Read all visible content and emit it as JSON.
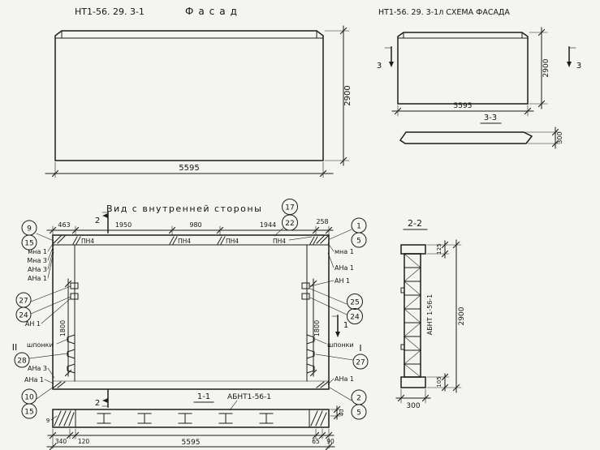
{
  "colors": {
    "ink": "#1c1c1c",
    "paper": "#f4f4f1"
  },
  "facade": {
    "code": "НТ1-56. 29. 3-1",
    "title": "Фасад",
    "dim_width": "5595",
    "dim_height": "2900"
  },
  "schema": {
    "title": "НТ1-56. 29. 3-1л СХЕМА ФАСАДА",
    "dim_width": "5595",
    "dim_height": "2900",
    "cut_mark": "3",
    "section_title": "3-3",
    "dim_thickness": "300"
  },
  "inner": {
    "title": "Вид с внутренней стороны",
    "dims_top": [
      "463",
      "1950",
      "980",
      "1944",
      "258"
    ],
    "dim_vertical": "1800",
    "plate_label": "ПН4",
    "cut_mark_2": "2",
    "cut_mark_1": "1",
    "keys_label": "шпонки",
    "roman_two": "II",
    "roman_one": "I",
    "labels": {
      "mna1": "мна 1",
      "mna3": "Мна 3",
      "ana3": "АНа 3",
      "ana1": "АНа 1",
      "an1": "АН 1"
    },
    "callouts": {
      "c9": "9",
      "c15": "15",
      "c17": "17",
      "c22": "22",
      "c1": "1",
      "c5": "5",
      "c27": "27",
      "c24": "24",
      "c25": "25",
      "c28": "28",
      "c10": "10",
      "c2": "2"
    },
    "section_title": "1-1",
    "beam_mark": "АБНТ1-56-1",
    "dims_bottom": {
      "d340": "340",
      "d120": "120",
      "d5595": "5595",
      "d65": "65",
      "d90": "90",
      "d40": "40",
      "d9": "9"
    }
  },
  "section2": {
    "title": "2-2",
    "beam_mark": "АБНТ 1-56-1",
    "dim_height": "2900",
    "dim_width": "300",
    "dim_top": "125",
    "dim_bottom": "105"
  }
}
